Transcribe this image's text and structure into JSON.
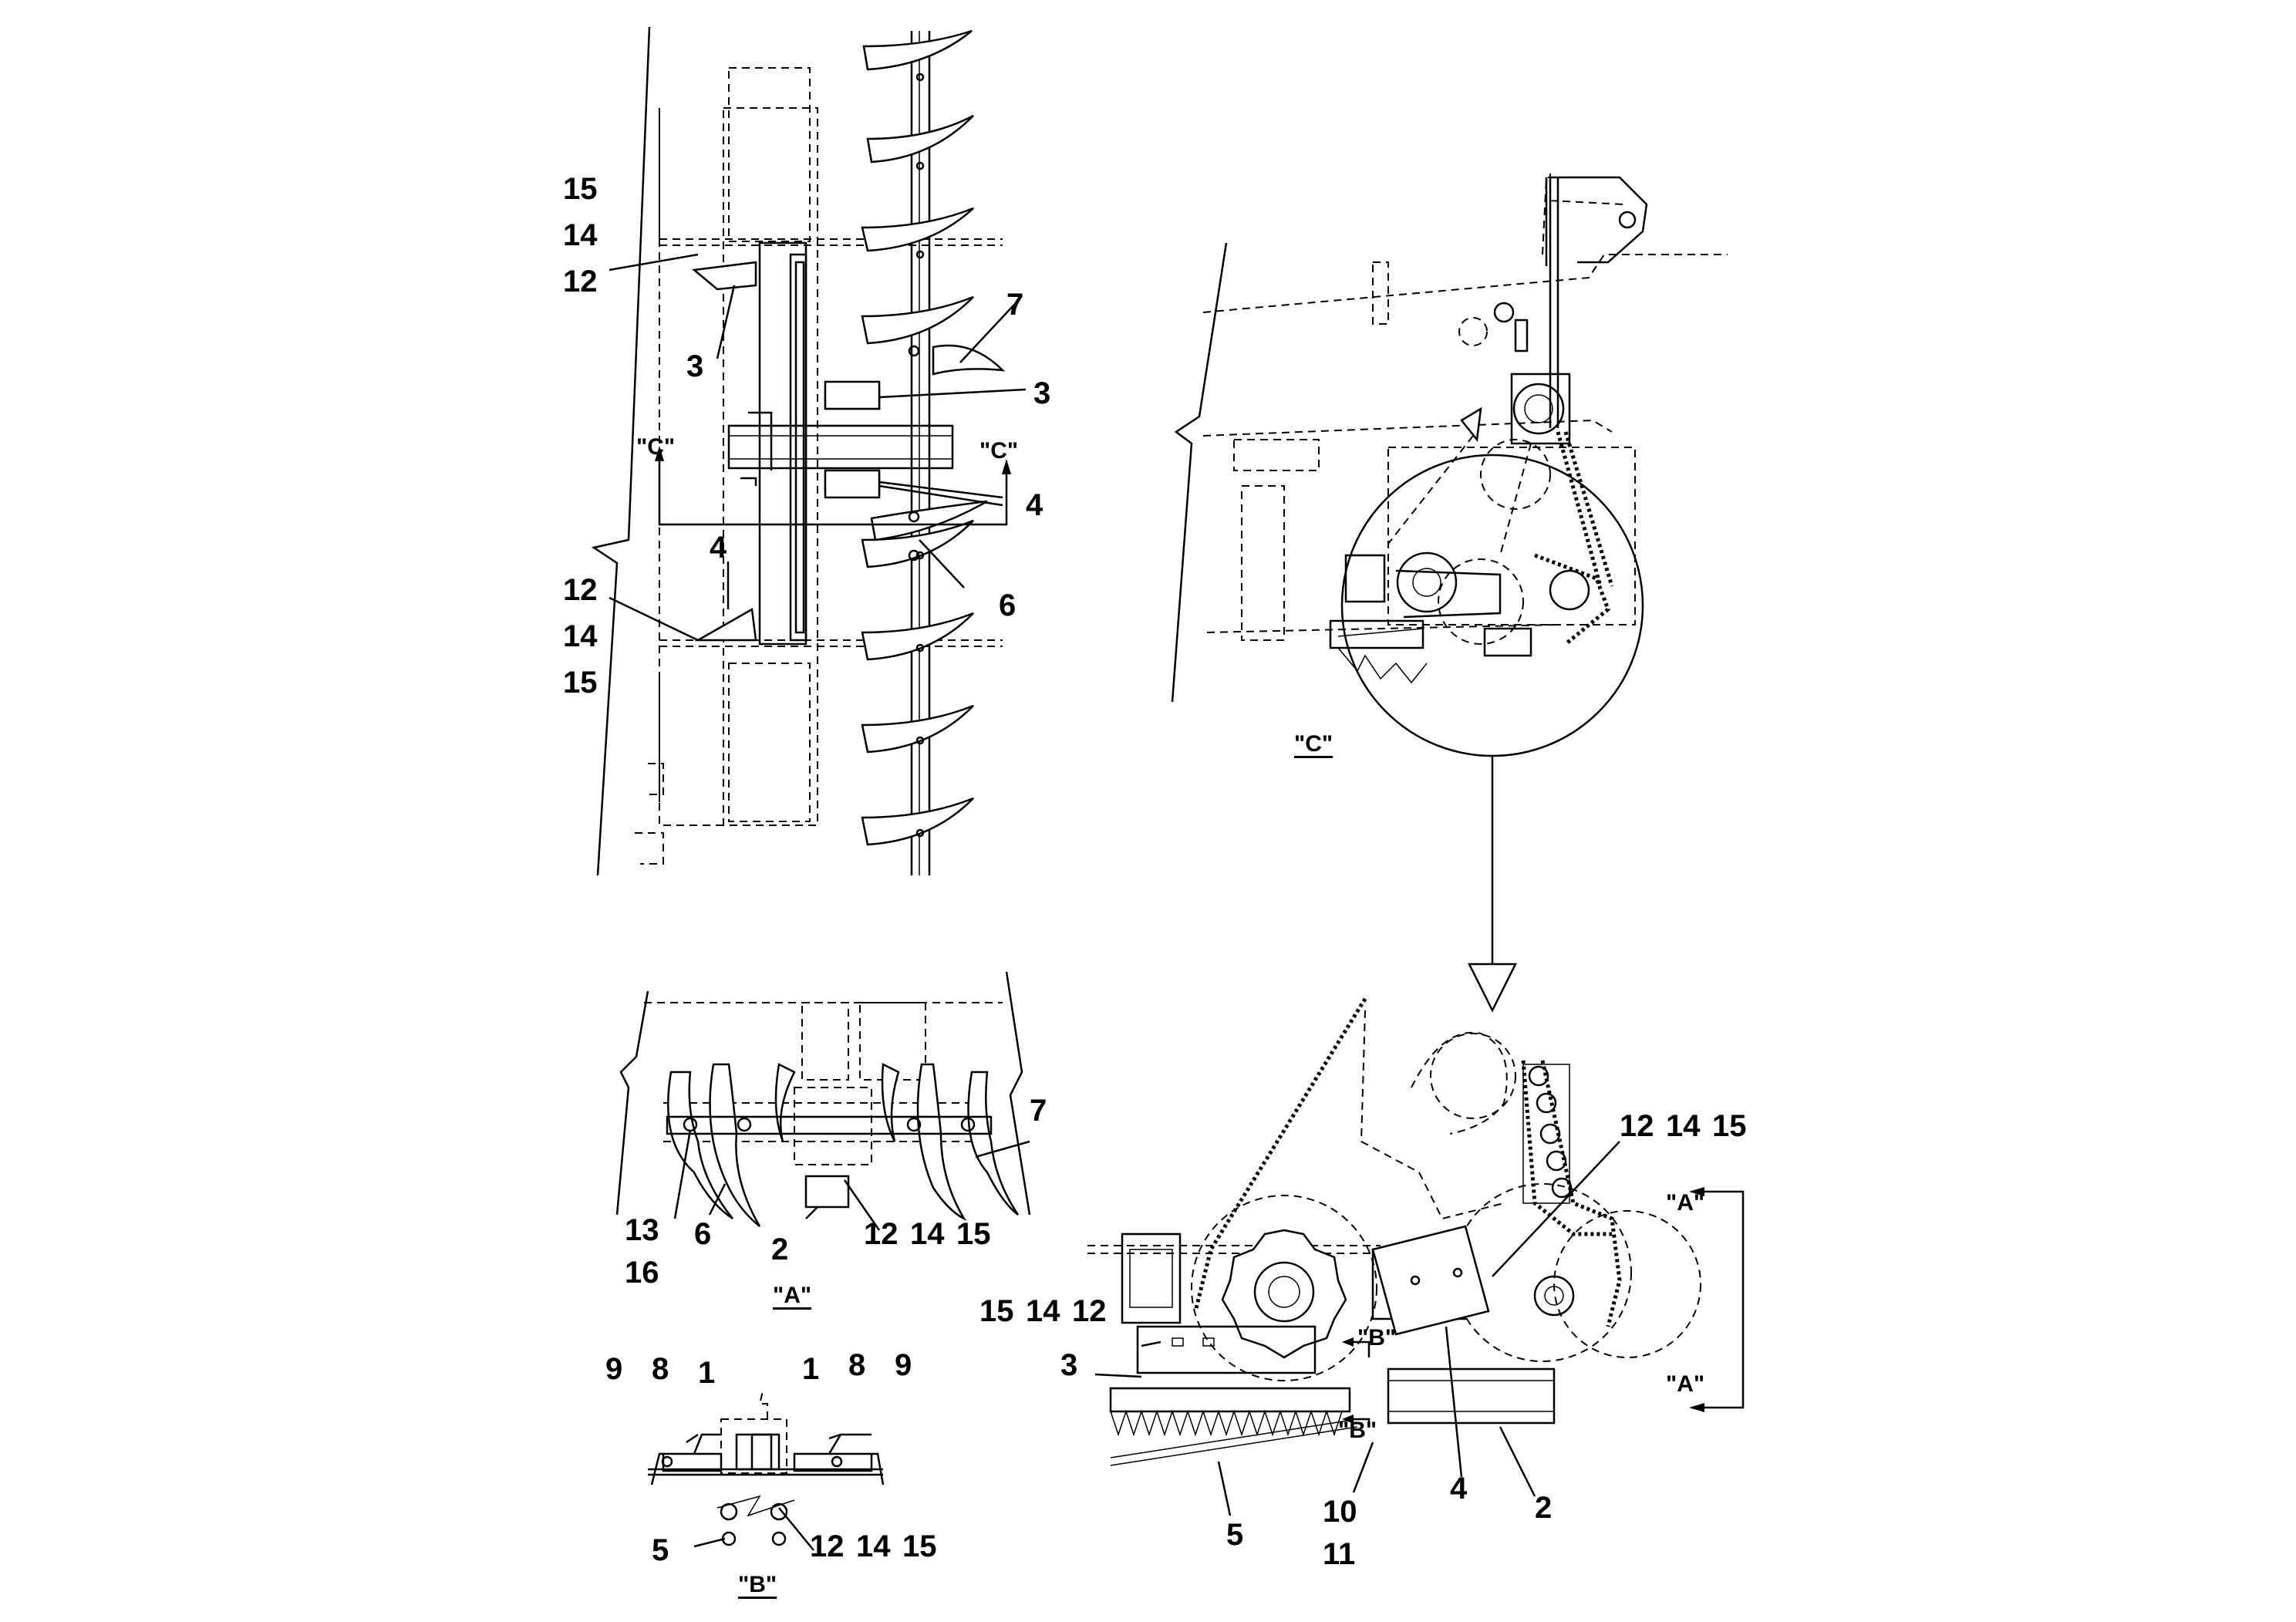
{
  "views": {
    "top": {
      "callouts": [
        "15",
        "14",
        "12",
        "3",
        "7",
        "3",
        "4",
        "4",
        "6",
        "12",
        "14",
        "15"
      ],
      "section_markers": [
        "\"C\"",
        "\"C\""
      ]
    },
    "c": {
      "title": "\"C\""
    },
    "a": {
      "title": "\"A\"",
      "callouts": [
        "7",
        "13",
        "16",
        "6",
        "2",
        "12",
        "14",
        "15"
      ]
    },
    "b": {
      "title": "\"B\"",
      "callouts": [
        "9",
        "8",
        "1",
        "1",
        "8",
        "9",
        "5",
        "12",
        "14",
        "15"
      ]
    },
    "detail": {
      "callouts": [
        "12",
        "14",
        "15",
        "15",
        "14",
        "12",
        "3",
        "5",
        "10",
        "11",
        "4",
        "2"
      ],
      "section_markers": [
        "\"A\"",
        "\"A\"",
        "\"B\"",
        "\"B\""
      ]
    }
  },
  "icons": [
    "arrow-down-outline-icon",
    "arrow-up-icon",
    "arrow-left-icon"
  ]
}
